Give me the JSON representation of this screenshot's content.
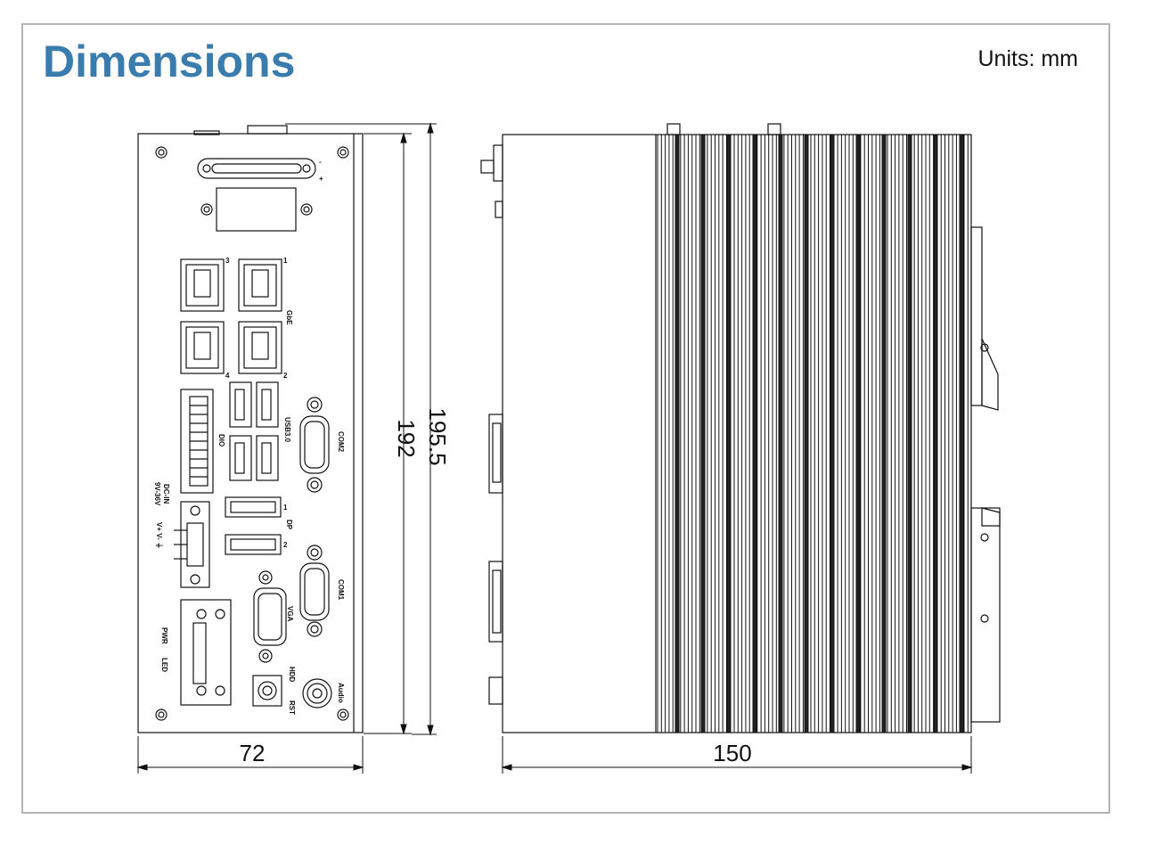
{
  "title": "Dimensions",
  "units": "Units: mm",
  "dimensions": {
    "front_width": "72",
    "front_height": "192",
    "overall_height": "195.5",
    "side_depth": "150"
  },
  "port_labels": {
    "gbe": "GbE",
    "gbe_ports": [
      "1",
      "2",
      "3",
      "4"
    ],
    "usb": "USB3.0",
    "com2": "COM2",
    "com1": "COM1",
    "dio": "DIO",
    "dc_in": "DC-IN",
    "dc_range": "9V-36V",
    "dc_pins": "V+ V- ⏚",
    "dp": "DP",
    "dp_ports": [
      "1",
      "2"
    ],
    "vga": "VGA",
    "pwr": "PWR",
    "led": "LED",
    "hdd": "HDD",
    "rst": "RST",
    "audio": "Audio",
    "plus": "+",
    "minus": "-"
  },
  "colors": {
    "title": "#3a7cae",
    "frame": "#b4b4b4",
    "line": "#111111"
  }
}
